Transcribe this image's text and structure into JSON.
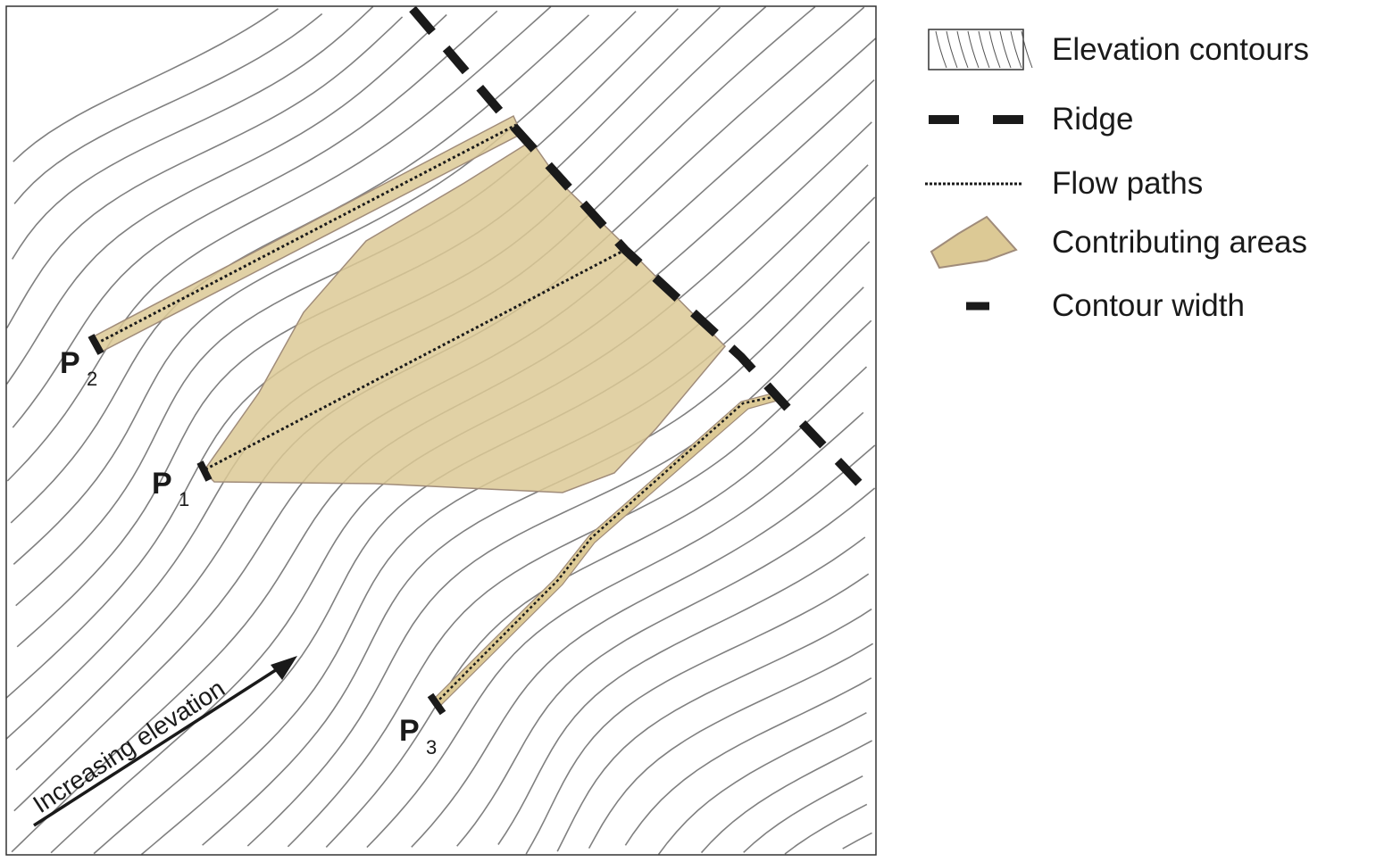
{
  "legend": {
    "items": [
      {
        "label": "Elevation contours",
        "icon": "hatched-box"
      },
      {
        "label": "Ridge",
        "icon": "dashed-line"
      },
      {
        "label": "Flow paths",
        "icon": "dotted-line"
      },
      {
        "label": "Contributing areas",
        "icon": "polygon"
      },
      {
        "label": "Contour width",
        "icon": "dash"
      }
    ]
  },
  "map": {
    "points": [
      {
        "letter": "P",
        "sub": "1"
      },
      {
        "letter": "P",
        "sub": "2"
      },
      {
        "letter": "P",
        "sub": "3"
      }
    ],
    "arrow_label": "Increasing elevation"
  },
  "colors": {
    "area_fill": "#dcc995",
    "area_stroke": "#a08c7a",
    "contour": "#808080",
    "ridge": "#1a1a1a"
  }
}
